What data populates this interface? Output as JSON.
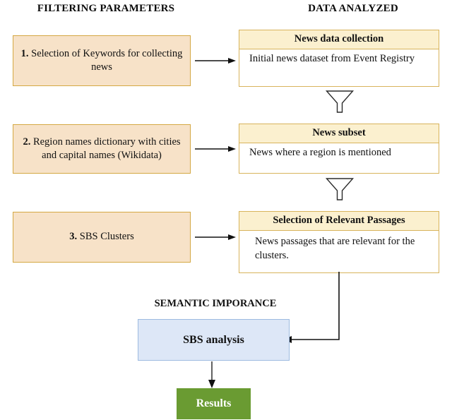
{
  "headers": {
    "left_column": "FILTERING PARAMETERS",
    "right_column": "DATA ANALYZED",
    "semantic_section": "SEMANTIC IMPORANCE"
  },
  "parameters": [
    {
      "number": "1.",
      "text": "Selection of Keywords for collecting news"
    },
    {
      "number": "2.",
      "text": "Region names dictionary with cities and capital names (Wikidata)"
    },
    {
      "number": "3.",
      "text": "SBS Clusters"
    }
  ],
  "data_boxes": [
    {
      "title": "News data collection",
      "body": "Initial news dataset from Event Registry"
    },
    {
      "title": "News subset",
      "body": "News where a region is mentioned"
    },
    {
      "title": "Selection of Relevant Passages",
      "body": "News passages that are relevant for the clusters."
    }
  ],
  "analysis": {
    "sbs_label": "SBS analysis",
    "results_label": "Results"
  },
  "icons": {
    "funnel": "funnel-icon",
    "arrow_right": "arrow-right-icon",
    "arrow_down": "arrow-down-icon",
    "elbow_arrow": "elbow-arrow-icon"
  },
  "colors": {
    "param_fill": "#f7e2c8",
    "param_border": "#d4a843",
    "data_header_fill": "#fbf0cf",
    "data_border": "#d8b45c",
    "sbs_fill": "#dde7f7",
    "sbs_border": "#9dbbe0",
    "results_fill": "#6a9b32",
    "results_text": "#ffffff",
    "background": "#ffffff"
  }
}
